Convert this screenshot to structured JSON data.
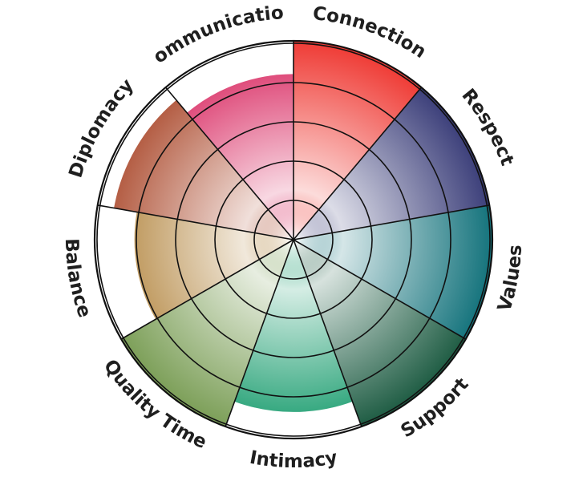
{
  "chart_data": {
    "type": "radial",
    "title": "",
    "rings": 6,
    "max": 6,
    "segments": [
      {
        "label": "Connection",
        "value": 6,
        "color": "#ef3b35"
      },
      {
        "label": "Respect",
        "value": 6,
        "color": "#3c3f7a"
      },
      {
        "label": "Values",
        "value": 6,
        "color": "#14737c"
      },
      {
        "label": "Support",
        "value": 6,
        "color": "#1e5c43"
      },
      {
        "label": "Intimacy",
        "value": 5.2,
        "color": "#169b6c"
      },
      {
        "label": "Quality Time",
        "value": 6,
        "color": "#7c9f58"
      },
      {
        "label": "Balance",
        "value": 4.8,
        "color": "#b08138"
      },
      {
        "label": "Diplomacy",
        "value": 5.5,
        "color": "#ad4e32"
      },
      {
        "label": "Communication",
        "value": 5,
        "color": "#d8265f"
      }
    ]
  }
}
